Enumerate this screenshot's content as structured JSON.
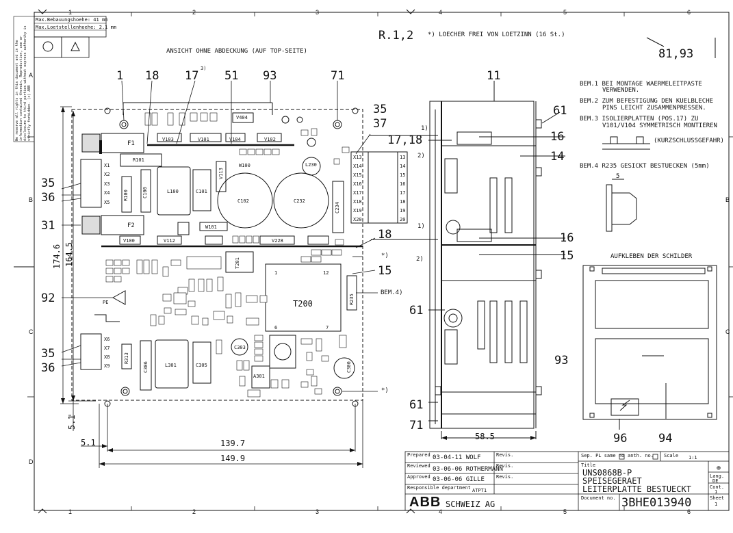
{
  "frame": {
    "col_markers": [
      "1",
      "2",
      "3",
      "4",
      "5",
      "6"
    ],
    "row_markers": [
      "A",
      "B",
      "C",
      "D"
    ]
  },
  "header": {
    "revision_code": "R.1,2",
    "loetzinn_note": "*) LOECHER FREI VON LOETZINN (16 St.)",
    "view_title": "ANSICHT OHNE ABDECKUNG (AUF TOP-SEITE)",
    "top_ref": "81,93",
    "max_height_label": "Max.Bebauungshoehe:",
    "max_height_value": "41 mm",
    "max_solder_label": "Max.Loetstellenhoehe:",
    "max_solder_value": "2.1 mm",
    "copyright": "We reserve all rights in this document and in the information contained therein. Reproduction, use or disclosure to third parties without express authority is strictly forbidden. (c) ABB"
  },
  "notes": {
    "bem1": "BEM.1 BEI MONTAGE WAERMELEITPASTE",
    "bem1b": "VERWENDEN.",
    "bem2": "BEM.2 ZUM BEFESTIGUNG DEN KUELBLECHE",
    "bem2b": "PINS LEICHT ZUSAMMENPRESSEN.",
    "bem3": "BEM.3 ISOLIERPLATTEN (POS.17) ZU",
    "bem3b": "V101/V104 SYMMETRISCH MONTIEREN",
    "bem3c": "(KURZSCHLUSSGEFAHR)",
    "bem4": "BEM.4 R235 GESICKT BESTUECKEN (5mm)",
    "bem4_dim": "5",
    "schilder_title": "AUFKLEBEN DER SCHILDER"
  },
  "callouts": {
    "c1": "1",
    "c18": "18",
    "c17": "17",
    "c17_sup": "3)",
    "c51": "51",
    "c93": "93",
    "c71": "71",
    "c11": "11",
    "c35": "35",
    "c37": "37",
    "c1718": "17,18",
    "c61a": "61",
    "c16a": "16",
    "c14": "14",
    "c3536a": "35",
    "c3536b": "36",
    "c31": "31",
    "c18b": "18",
    "c16b": "16",
    "c15a": "15",
    "c15b": "15",
    "c92": "92",
    "c61b": "61",
    "c3536c": "35",
    "c3536d": "36",
    "c61c": "61",
    "c71b": "71",
    "c93b": "93",
    "c96": "96",
    "c94": "94",
    "star_a": "*)",
    "star_b": "*)",
    "bem4ref": "BEM.4)",
    "fn1a": "1)",
    "fn2a": "2)",
    "fn1b": "1)",
    "fn2b": "2)"
  },
  "dimensions": {
    "d1746": "174.6",
    "d1645": "164.5",
    "d51a": "5.1",
    "d51b": "5.1",
    "d1397": "139.7",
    "d1499": "149.9",
    "d585": "58.5"
  },
  "components": {
    "F1": "F1",
    "F2": "F2",
    "R101": "R101",
    "R100": "R100",
    "C100": "C100",
    "L100": "L100",
    "C101": "C101",
    "C102": "C102",
    "C232": "C232",
    "C234": "C234",
    "L230": "L230",
    "V103": "V103",
    "V101": "V101",
    "V104": "V104",
    "V102": "V102",
    "V100": "V100",
    "V112": "V112",
    "W100": "W100",
    "W101": "W101",
    "V228": "V228",
    "T201": "T201",
    "T200": "T200",
    "R235": "R235",
    "PE": "PE",
    "L301": "L301",
    "C305": "C305",
    "C306": "C306",
    "R313": "R313",
    "C303": "C303",
    "A301": "A301",
    "V404": "V404",
    "V113": "V113",
    "C300": "C300",
    "t1": "1",
    "t12": "12",
    "t6": "6",
    "t7": "7"
  },
  "connectors_left_top": [
    "X1",
    "X2",
    "X3",
    "X4",
    "X5"
  ],
  "connectors_left_bot": [
    "X6",
    "X7",
    "X8",
    "X9"
  ],
  "connectors_right": [
    "X13",
    "X14",
    "X15",
    "X16",
    "X17",
    "X18",
    "X19",
    "X20"
  ],
  "connectors_right_pins": [
    "13",
    "14",
    "15",
    "16",
    "17",
    "18",
    "19",
    "20"
  ],
  "title_block": {
    "prepared_label": "Prepared",
    "prepared_value": "03-04-11 WOLF",
    "reviewed_label": "Reviewed",
    "reviewed_value": "03-06-06 ROTHERMANN",
    "approved_label": "Approved",
    "approved_value": "03-06-06 GILLE",
    "dept_label": "Responsible department",
    "dept_value": "ATPT1",
    "rev1": "Revis.",
    "rev2": "Revis.",
    "rev3": "Revis.",
    "sep_label": "Sep. PL same no",
    "anth_label": "anth. no.",
    "scale_label": "Scale",
    "scale_value": "1:1",
    "title_label": "Title",
    "title_1": "UNS0868B-P",
    "title_2": "SPEISEGERAET",
    "title_3": "LEITERPLATTE BESTUECKT",
    "lang_label": "Lang.",
    "lang_value": "DE",
    "cont_label": "Cont.",
    "cont_value": "1",
    "sheet_label": "Sheet",
    "sheet_value": "1",
    "doc_label": "Document no.",
    "doc_value": "3BHE013940",
    "company_logo": "ABB",
    "company": "SCHWEIZ AG"
  }
}
